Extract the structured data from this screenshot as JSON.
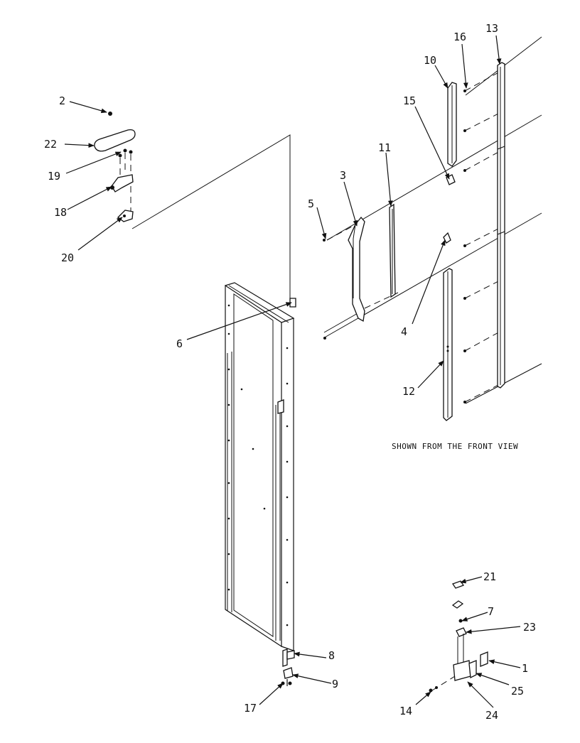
{
  "caption": "SHOWN FROM THE FRONT VIEW",
  "callouts": [
    {
      "id": "c1",
      "label": "1"
    },
    {
      "id": "c2",
      "label": "2"
    },
    {
      "id": "c3",
      "label": "3"
    },
    {
      "id": "c4",
      "label": "4"
    },
    {
      "id": "c5",
      "label": "5"
    },
    {
      "id": "c6",
      "label": "6"
    },
    {
      "id": "c7",
      "label": "7"
    },
    {
      "id": "c8",
      "label": "8"
    },
    {
      "id": "c9",
      "label": "9"
    },
    {
      "id": "c10",
      "label": "10"
    },
    {
      "id": "c11",
      "label": "11"
    },
    {
      "id": "c12",
      "label": "12"
    },
    {
      "id": "c13",
      "label": "13"
    },
    {
      "id": "c14",
      "label": "14"
    },
    {
      "id": "c15",
      "label": "15"
    },
    {
      "id": "c16",
      "label": "16"
    },
    {
      "id": "c17",
      "label": "17"
    },
    {
      "id": "c18",
      "label": "18"
    },
    {
      "id": "c19",
      "label": "19"
    },
    {
      "id": "c20",
      "label": "20"
    },
    {
      "id": "c21",
      "label": "21"
    },
    {
      "id": "c22",
      "label": "22"
    },
    {
      "id": "c23",
      "label": "23"
    },
    {
      "id": "c24",
      "label": "24"
    },
    {
      "id": "c25",
      "label": "25"
    }
  ]
}
